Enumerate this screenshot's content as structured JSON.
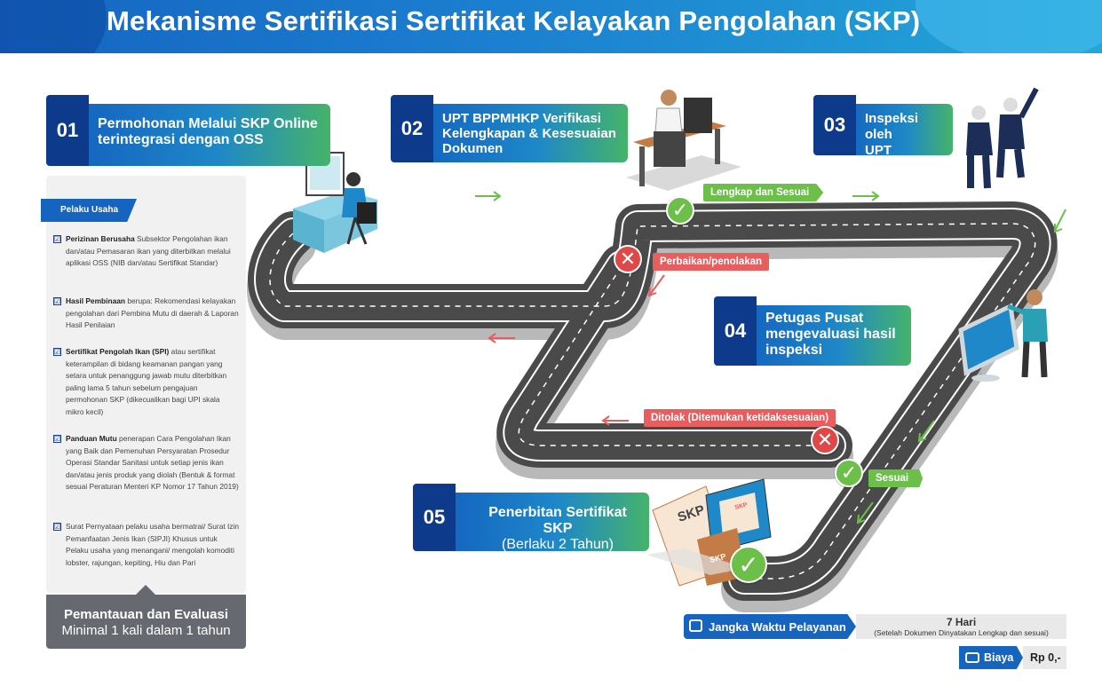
{
  "title": "Mekanisme Sertifikasi Sertifikat Kelayakan Pengolahan (SKP)",
  "steps": [
    {
      "num": "01",
      "line1": "Permohonan Melalui SKP Online",
      "line2": "terintegrasi dengan OSS",
      "line3": ""
    },
    {
      "num": "02",
      "line1": "UPT BPPMHKP Verifikasi",
      "line2": "Kelengkapan & Kesesuaian",
      "line3": "Dokumen"
    },
    {
      "num": "03",
      "line1": "Inspeksi oleh",
      "line2": "UPT BPPMHKP",
      "line3": ""
    },
    {
      "num": "04",
      "line1": "Petugas Pusat",
      "line2": "mengevaluasi hasil",
      "line3": "inspeksi"
    },
    {
      "num": "05",
      "line1": "Penerbitan Sertifikat SKP",
      "line2": "(Berlaku 2 Tahun)",
      "line3": ""
    }
  ],
  "panel": {
    "tag": "Pelaku Usaha",
    "items": [
      {
        "bold": "Perizinan Berusaha",
        "text": " Subsektor Pengolahan ikan dan/atau Pemasaran ikan yang diterbitkan melalui aplikasi OSS (NIB dan/atau Sertifikat Standar)"
      },
      {
        "bold": "Hasil Pembinaan",
        "text": " berupa: Rekomendasi kelayakan pengolahan dari Pembina Mutu di daerah & Laporan Hasil Penilaian"
      },
      {
        "bold": "Sertifikat Pengolah Ikan (SPI)",
        "text": " atau sertifikat keterampilan di bidang keamanan pangan yang setara untuk penanggung jawab mutu diterbitkan paling lama 5 tahun sebelum pengajuan permohonan SKP (dikecualikan bagi UPI skala mikro kecil)"
      },
      {
        "bold": "Panduan Mutu",
        "text": " penerapan Cara Pengolahan Ikan yang Baik dan Pemenuhan Persyaratan Prosedur Operasi Standar Sanitasi untuk setiap jenis ikan dan/atau jenis produk yang diolah (Bentuk & format sesuai Peraturan Menteri KP Nomor 17 Tahun 2019)"
      },
      {
        "bold": "",
        "text": "Surat Pernyataan pelaku usaha bermatrai/ Surat Izin Pemanfaatan Jenis Ikan (SIPJI) Khusus untuk Pelaku usaha yang menangani/ mengolah komoditi lobster, rajungan, kepiting, Hiu dan Pari"
      }
    ],
    "check": "☑"
  },
  "monitoring": {
    "line1": "Pemantauan dan Evaluasi",
    "line2": "Minimal 1 kali dalam 1 tahun"
  },
  "flow_labels": {
    "lengkap": "Lengkap dan Sesuai",
    "perbaikan": "Perbaikan/penolakan",
    "ditolak": "Ditolak (Ditemukan ketidaksesuaian)",
    "sesuai": "Sesuai"
  },
  "marks": {
    "ok": "✓",
    "no": "✕"
  },
  "service": {
    "label": "Jangka Waktu Pelayanan",
    "value": "7 Hari",
    "note": "(Setelah Dokumen Dinyatakan Lengkap dan sesuai)"
  },
  "cost": {
    "label": "Biaya",
    "value": "Rp 0,-"
  },
  "doc_label": "SKP",
  "colors": {
    "primary": "#1565c0",
    "dark": "#0d3a8a",
    "green": "#6cc04a",
    "red": "#e85d5d",
    "road": "#4a4a4a"
  }
}
